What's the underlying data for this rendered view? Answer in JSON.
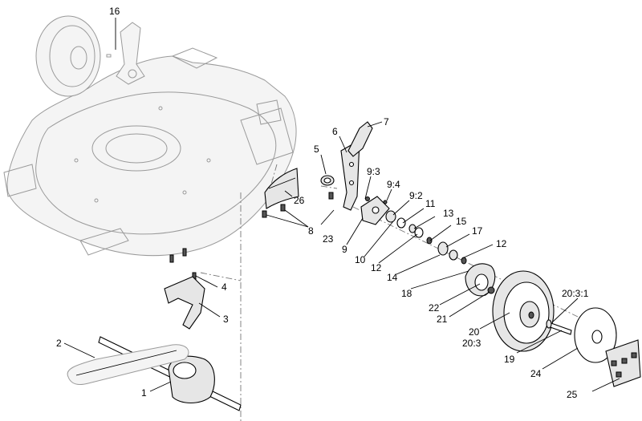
{
  "labels": {
    "l1": "1",
    "l2": "2",
    "l3": "3",
    "l4": "4",
    "l5": "5",
    "l6": "6",
    "l7": "7",
    "l8": "8",
    "l9": "9",
    "l9_2": "9:2",
    "l9_3": "9:3",
    "l9_4": "9:4",
    "l10": "10",
    "l11": "11",
    "l12a": "12",
    "l12b": "12",
    "l13": "13",
    "l14": "14",
    "l15": "15",
    "l16": "16",
    "l17": "17",
    "l18": "18",
    "l19": "19",
    "l20": "20",
    "l20_3": "20:3",
    "l20_3_1": "20:3:1",
    "l21": "21",
    "l22": "22",
    "l23": "23",
    "l24": "24",
    "l25": "25",
    "l26": "26"
  }
}
